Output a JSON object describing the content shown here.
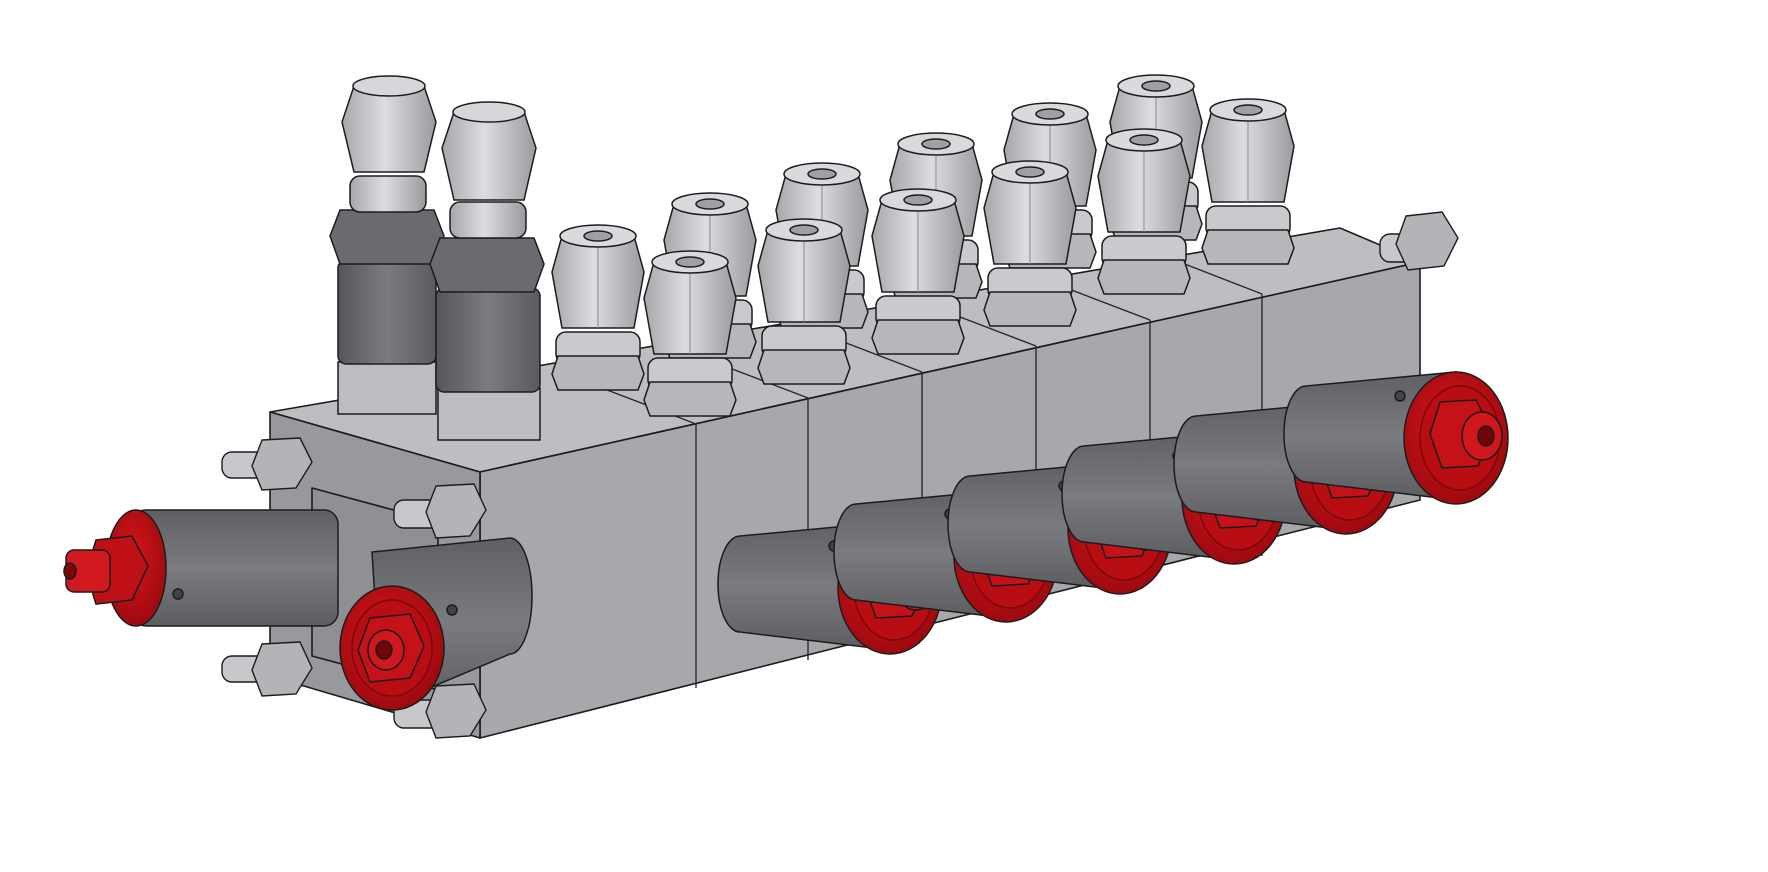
{
  "image": {
    "subject": "manifold-assembly",
    "style": "cad-render",
    "colors": {
      "background": "#ffffff",
      "block_light": "#a7a8ab",
      "block_top": "#bdbec1",
      "block_dark": "#8f9094",
      "fitting_light": "#cfd0d2",
      "fitting_mid": "#b9babd",
      "fitting_dark": "#96979b",
      "check_valve_body": "#6d6e72",
      "solenoid_body": "#6b6c70",
      "solenoid_cap_red": "#b80d13",
      "solenoid_cap_dark": "#7e070b",
      "edge": "#1c1c1c"
    },
    "sections": [
      {
        "id": "inlet-section",
        "fittings": 2,
        "solenoids": 2
      },
      {
        "id": "section-1",
        "fittings": 2,
        "solenoids": 1
      },
      {
        "id": "section-2",
        "fittings": 2,
        "solenoids": 1
      },
      {
        "id": "section-3",
        "fittings": 2,
        "solenoids": 1
      },
      {
        "id": "section-4",
        "fittings": 2,
        "solenoids": 1
      },
      {
        "id": "section-5",
        "fittings": 2,
        "solenoids": 1
      },
      {
        "id": "section-6",
        "fittings": 1,
        "solenoids": 1
      }
    ]
  }
}
